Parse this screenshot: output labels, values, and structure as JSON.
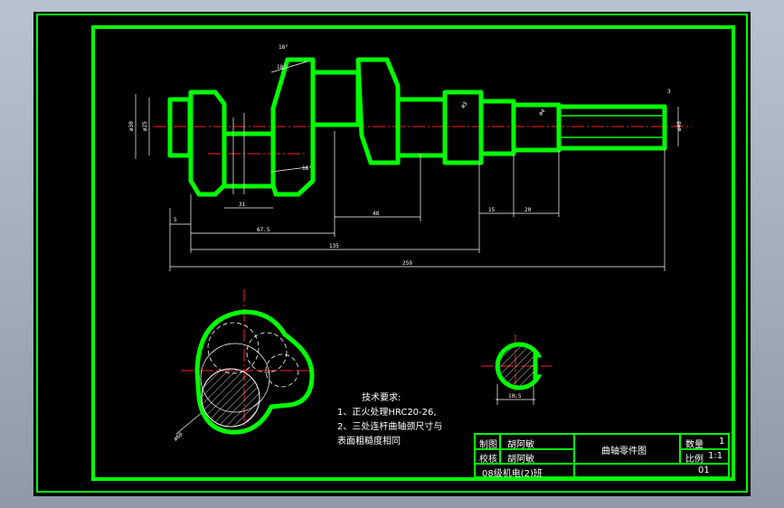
{
  "dimensions": {
    "d1": "ø30",
    "d2": "ø25",
    "d3": "ø3",
    "d4": "ø4",
    "d5": "ø40",
    "ang1": "18°",
    "ang2": "18°",
    "ang3": "18°",
    "len_a": "5",
    "len_b": "31",
    "len_c": "67.5",
    "len_d": "48",
    "len_e": "135",
    "len_f": "15",
    "len_g": "20",
    "len_total": "259",
    "section_dim": "10.5",
    "crank_dia": "ø60",
    "key": "3"
  },
  "notes": {
    "title": "技术要求:",
    "line1": "1、正火处理HRC20-26,",
    "line2": "2、三处连杆曲轴颈尺寸与",
    "line3": "表面粗糙度相同"
  },
  "title_block": {
    "drawn_label": "制图",
    "drawn_name": "胡阿敏",
    "checked_label": "校核",
    "checked_name": "胡阿敏",
    "class": "08级机电(2)班",
    "part_name": "曲轴零件图",
    "qty_label": "数量",
    "qty_value": "1",
    "scale_label": "比例",
    "scale_value": "1:1",
    "sheet_no": "01"
  },
  "colors": {
    "outline": "#00ff00",
    "center": "#ff2020",
    "background": "#000000"
  }
}
